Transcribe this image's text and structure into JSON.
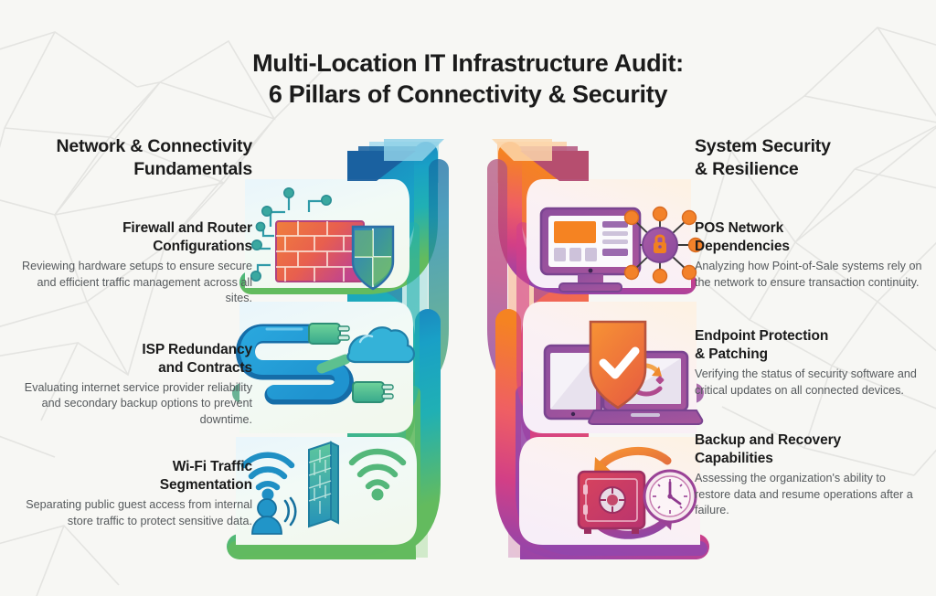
{
  "title": {
    "line1": "Multi-Location IT Infrastructure Audit:",
    "line2": "6 Pillars of Connectivity & Security"
  },
  "colors": {
    "background": "#f7f7f4",
    "heading_text": "#1b1b1b",
    "body_text": "#55595c",
    "mesh_line": "#e3e3e0",
    "left_pillar_top": "#1f6fb5",
    "left_pillar_mid": "#1aa3c4",
    "left_pillar_bottom": "#5cb95f",
    "right_pillar_top": "#f58322",
    "right_pillar_mid": "#d4407f",
    "right_pillar_bottom": "#8e44ad"
  },
  "left_column": {
    "heading_line1": "Network & Connectivity",
    "heading_line2": "Fundamentals",
    "items": [
      {
        "icon": "firewall-shield-icon",
        "title_line1": "Firewall and Router",
        "title_line2": "Configurations",
        "description": "Reviewing hardware setups to ensure secure and efficient traffic management across all sites."
      },
      {
        "icon": "network-cable-cloud-icon",
        "title_line1": "ISP Redundancy",
        "title_line2": "and Contracts",
        "description": "Evaluating internet service provider reliability and secondary backup options to prevent downtime."
      },
      {
        "icon": "wifi-segmentation-icon",
        "title_line1": "Wi-Fi Traffic",
        "title_line2": "Segmentation",
        "description": "Separating public guest access from internal store traffic to protect sensitive data."
      }
    ]
  },
  "right_column": {
    "heading_line1": "System Security",
    "heading_line2": "& Resilience",
    "items": [
      {
        "icon": "pos-network-lock-icon",
        "title_line1": "POS Network",
        "title_line2": "Dependencies",
        "description": "Analyzing how Point-of-Sale systems rely on the network to ensure transaction continuity."
      },
      {
        "icon": "endpoint-shield-devices-icon",
        "title_line1": "Endpoint Protection",
        "title_line2": "& Patching",
        "description": "Verifying the status of security software and critical updates on all connected devices."
      },
      {
        "icon": "backup-safe-clock-icon",
        "title_line1": "Backup and Recovery",
        "title_line2": "Capabilities",
        "description": "Assessing the organization's ability to restore data and resume operations after a failure."
      }
    ]
  },
  "pillars": [
    {
      "name": "connectivity-pillar",
      "side": "left",
      "segments": 3
    },
    {
      "name": "security-pillar",
      "side": "right",
      "segments": 3
    }
  ]
}
